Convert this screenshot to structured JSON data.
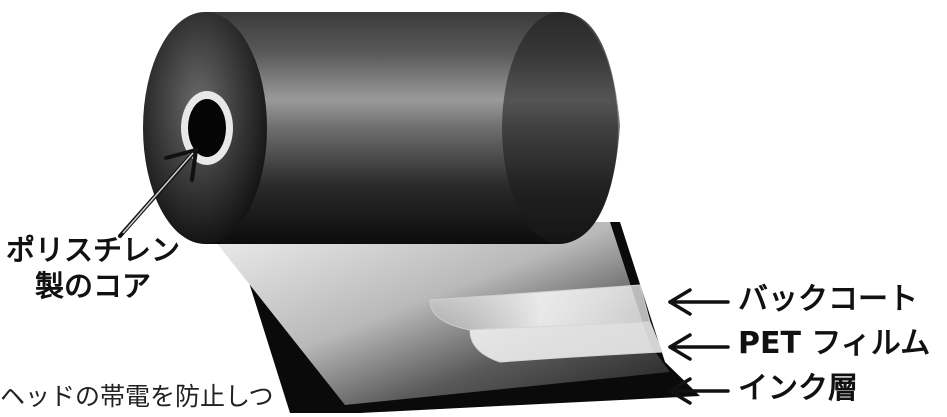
{
  "core_label": {
    "line1": "ポリスチレン",
    "line2": "製のコア"
  },
  "layers": [
    {
      "label": "バックコート"
    },
    {
      "label": "PET フィルム"
    },
    {
      "label": "インク層"
    }
  ],
  "caption": "ヘッドの帯電を防止しつ",
  "colors": {
    "roll_dark": "#1a1a1a",
    "roll_highlight": "#8a8a8a",
    "core_ring": "#e8e8e8",
    "film_light": "#e6e6e6",
    "ink_layer": "#0a0a0a",
    "text": "#111111"
  }
}
